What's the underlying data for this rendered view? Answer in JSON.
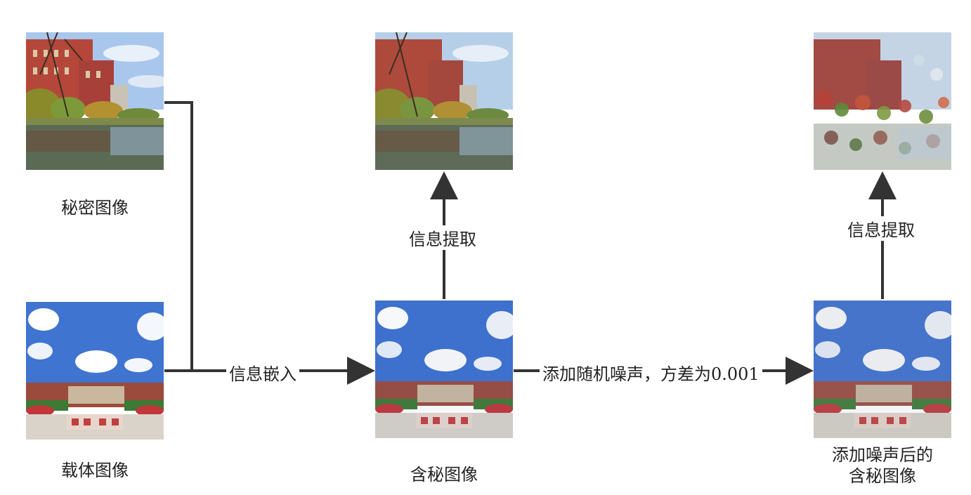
{
  "nodes": {
    "secret": {
      "caption": "秘密图像"
    },
    "cover": {
      "caption": "载体图像"
    },
    "stego": {
      "caption": "含秘图像"
    },
    "extracted_clean": {
      "caption": ""
    },
    "stego_noisy": {
      "caption_line1": "添加噪声后的",
      "caption_line2": "含秘图像"
    },
    "extracted_noisy": {
      "caption": ""
    }
  },
  "edges": {
    "embed": {
      "label": "信息嵌入"
    },
    "extract_clean": {
      "label": "信息提取"
    },
    "add_noise": {
      "label": "添加随机噪声，方差为0.001"
    },
    "extract_noisy": {
      "label": "信息提取"
    }
  },
  "colors": {
    "line": "#333333",
    "sky": "#4a7fd6",
    "brick": "#b5473a",
    "water": "#5b6a55"
  }
}
